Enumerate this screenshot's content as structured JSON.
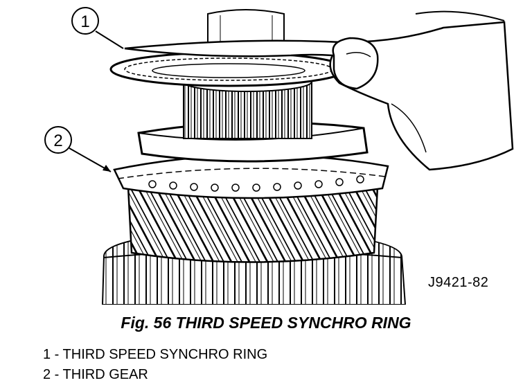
{
  "figure": {
    "callouts": [
      "1",
      "2"
    ],
    "id": "J9421-82",
    "caption": "Fig. 56 THIRD SPEED SYNCHRO RING"
  },
  "legend": [
    {
      "text": "1 - THIRD SPEED SYNCHRO RING"
    },
    {
      "text": "2 - THIRD GEAR"
    }
  ],
  "colors": {
    "ink": "#000000",
    "paper": "#ffffff"
  }
}
